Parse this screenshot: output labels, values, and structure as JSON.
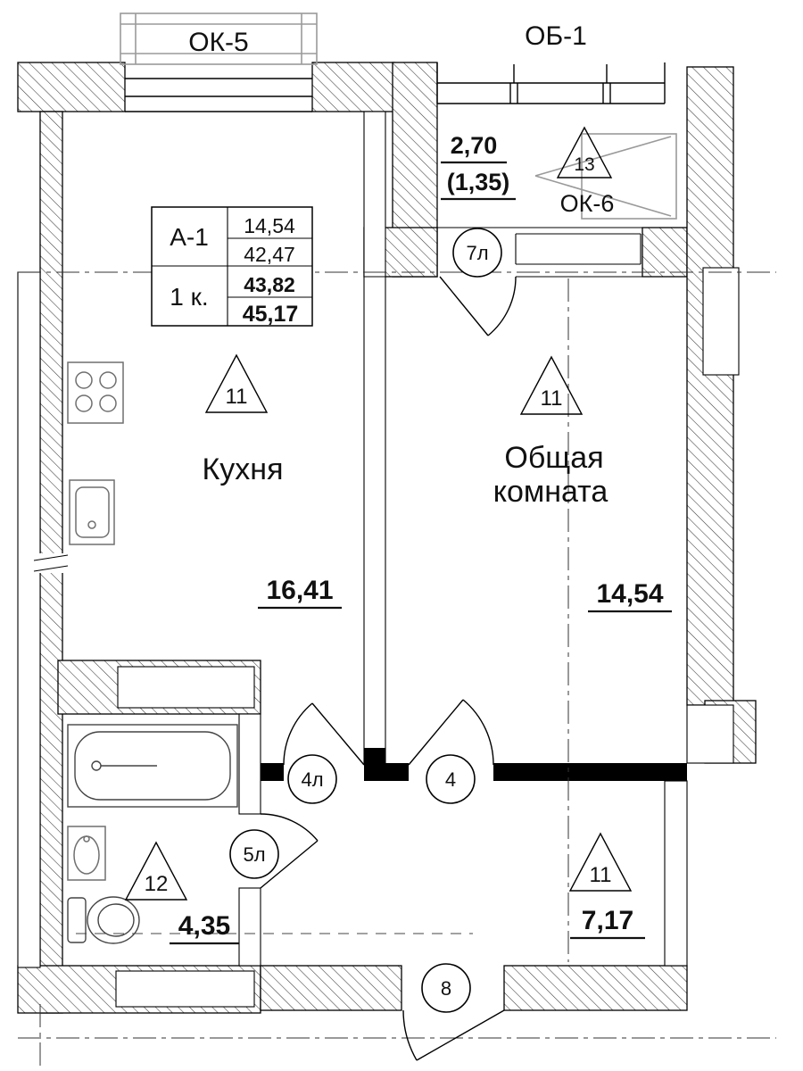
{
  "plan": {
    "windows": {
      "ok5": "ОК-5",
      "ob1": "ОБ-1",
      "ok6": "ОК-6"
    },
    "stamp": {
      "type": "А-1",
      "rooms": "1 к.",
      "living_area": "14,54",
      "area_2": "42,47",
      "area_3": "43,82",
      "total_area": "45,17"
    },
    "balcony": {
      "mark": "13",
      "area": "2,70",
      "area_reduced": "(1,35)"
    },
    "kitchen": {
      "mark": "11",
      "name": "Кухня",
      "area": "16,41"
    },
    "living_room": {
      "mark": "11",
      "name_line1": "Общая",
      "name_line2": "комната",
      "area": "14,54"
    },
    "bathroom": {
      "mark": "12",
      "area": "4,35"
    },
    "hallway": {
      "mark": "11",
      "area": "7,17"
    },
    "doors": {
      "balcony_door": "7л",
      "kitchen_door": "4л",
      "living_door": "4",
      "bathroom_door": "5л",
      "entrance_door": "8"
    }
  }
}
